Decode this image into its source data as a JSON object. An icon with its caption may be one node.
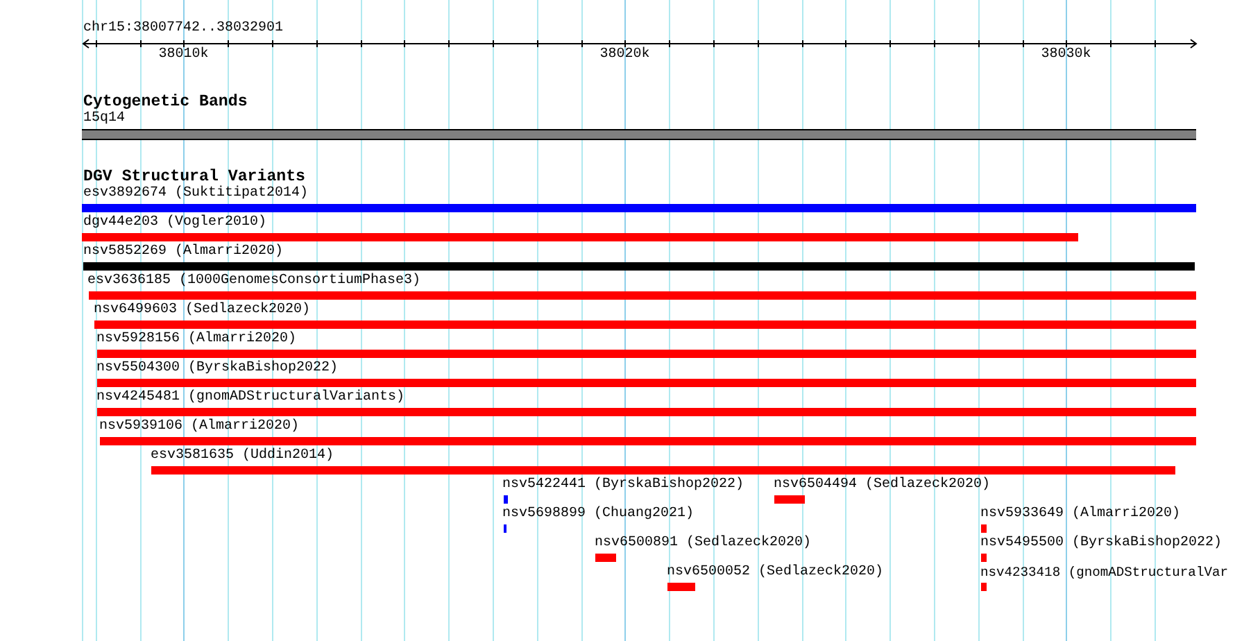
{
  "diagram": {
    "nodes": [
      {
        "text": [
          "15q14"
        ]
      },
      {
        "text": [
          "esv3892674 (Suktitipat2014)"
        ]
      },
      {
        "text": [
          "dgv44e203 (Vogler2010)"
        ]
      },
      {
        "text": [
          "nsv5852269 (Almarri2020)"
        ]
      },
      {
        "text": [
          "esv3636185 (1000GenomesConsortiumPhase3)"
        ]
      },
      {
        "text": [
          "nsv6499603 (Sedlazeck2020)"
        ]
      },
      {
        "text": [
          "nsv5928156 (Almarri2020)"
        ]
      },
      {
        "text": [
          "nsv5504300 (ByrskaBishop2022)"
        ]
      },
      {
        "text": [
          "nsv4245481 (gnomADStructuralVariants)"
        ]
      },
      {
        "text": [
          "nsv5939106 (Almarri2020)"
        ]
      },
      {
        "text": [
          "esv3581635 (Uddin2014)"
        ]
      },
      {
        "text": [
          "nsv5422441 (ByrskaBishop2022)"
        ]
      },
      {
        "text": [
          "nsv6504494 (Sedlazeck2020)"
        ]
      },
      {
        "text": [
          "nsv5698899 (Chuang2021)"
        ]
      },
      {
        "text": [
          "nsv5933649 (Almarri2020)"
        ]
      },
      {
        "text": [
          "nsv6500891 (Sedlazeck2020)"
        ]
      },
      {
        "text": [
          "nsv5495500 (ByrskaBishop2022)"
        ]
      },
      {
        "text": [
          "nsv6500052 (Sedlazeck2020)"
        ]
      },
      {
        "text": [
          "nsv4233418 (gnomADStructuralVar"
        ]
      }
    ],
    "labels": [
      "chr15:38007742..38032901",
      "38010k",
      "38020k",
      "38030k",
      "Cytogenetic Bands",
      "DGV Structural Variants"
    ]
  }
}
